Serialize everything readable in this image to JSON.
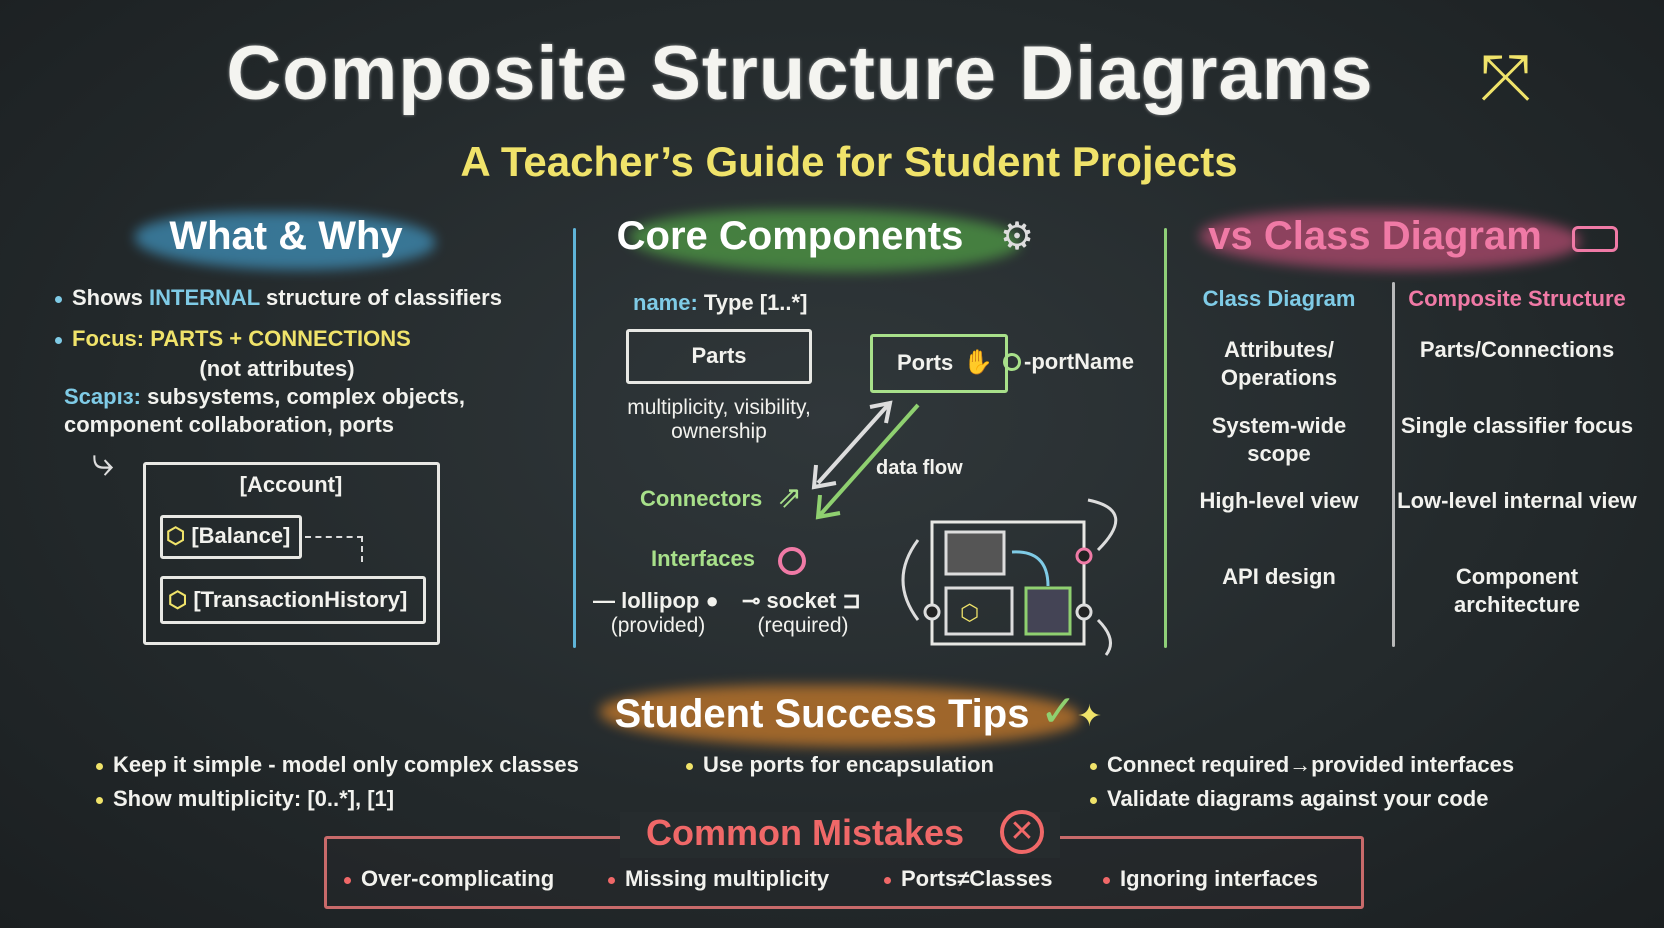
{
  "title": "Composite Structure Diagrams",
  "subtitle": "A Teacher’s Guide for Student Projects",
  "what_why": {
    "heading": "What & Why",
    "bullet1": {
      "pre": "Shows ",
      "hl": "INTERNAL",
      "post": " structure of classifiers"
    },
    "bullet2": {
      "pre": "Focus: ",
      "hl": "PARTS + CONNECTIONS"
    },
    "bullet2_note": "(not attributes)",
    "scope_label": "Scapıɜ:",
    "scope_text": "subsystems, complex objects,",
    "scope_text2": "component collaboration, ports",
    "example": {
      "container": "[Account]",
      "part1": "[Balance]",
      "part2": "[TransactionHistory]"
    }
  },
  "core": {
    "heading": "Core Components",
    "name_label": "name:",
    "type_label": "Type [1..*]",
    "parts": "Parts",
    "parts_desc1": "multiplicity, visibility,",
    "parts_desc2": "ownership",
    "ports": "Ports",
    "port_name": "portName",
    "data_flow": "data flow",
    "connectors": "Connectors",
    "interfaces": "Interfaces",
    "lollipop": "lollipop",
    "provided": "(provided)",
    "socket": "socket",
    "required": "(required)"
  },
  "compare": {
    "heading": "vs Class Diagram",
    "col1_header": "Class Diagram",
    "col2_header": "Composite Structure",
    "rows": [
      [
        "Attributes/ Operations",
        "Parts/Connections"
      ],
      [
        "System-wide scope",
        "Single classifier focus"
      ],
      [
        "High-level view",
        "Low-level internal view"
      ],
      [
        "API design",
        "Component architecture"
      ]
    ]
  },
  "tips": {
    "heading": "Student Success Tips",
    "items": [
      "Keep it simple - model only complex classes",
      "Show multiplicity: [0..*], [1]",
      "Use ports for encapsulation",
      "Connect required→provided interfaces",
      "Validate diagrams against your code"
    ]
  },
  "mistakes": {
    "heading": "Common Mistakes",
    "items": [
      "Over-complicating",
      "Missing multiplicity",
      "Ports≠Classes",
      "Ignoring interfaces"
    ]
  },
  "colors": {
    "blue": "#7fcbe6",
    "yellow": "#f0e36a",
    "green": "#a8e08a",
    "pink": "#f07aa6",
    "orange": "#e0903a",
    "red": "#f06868"
  }
}
